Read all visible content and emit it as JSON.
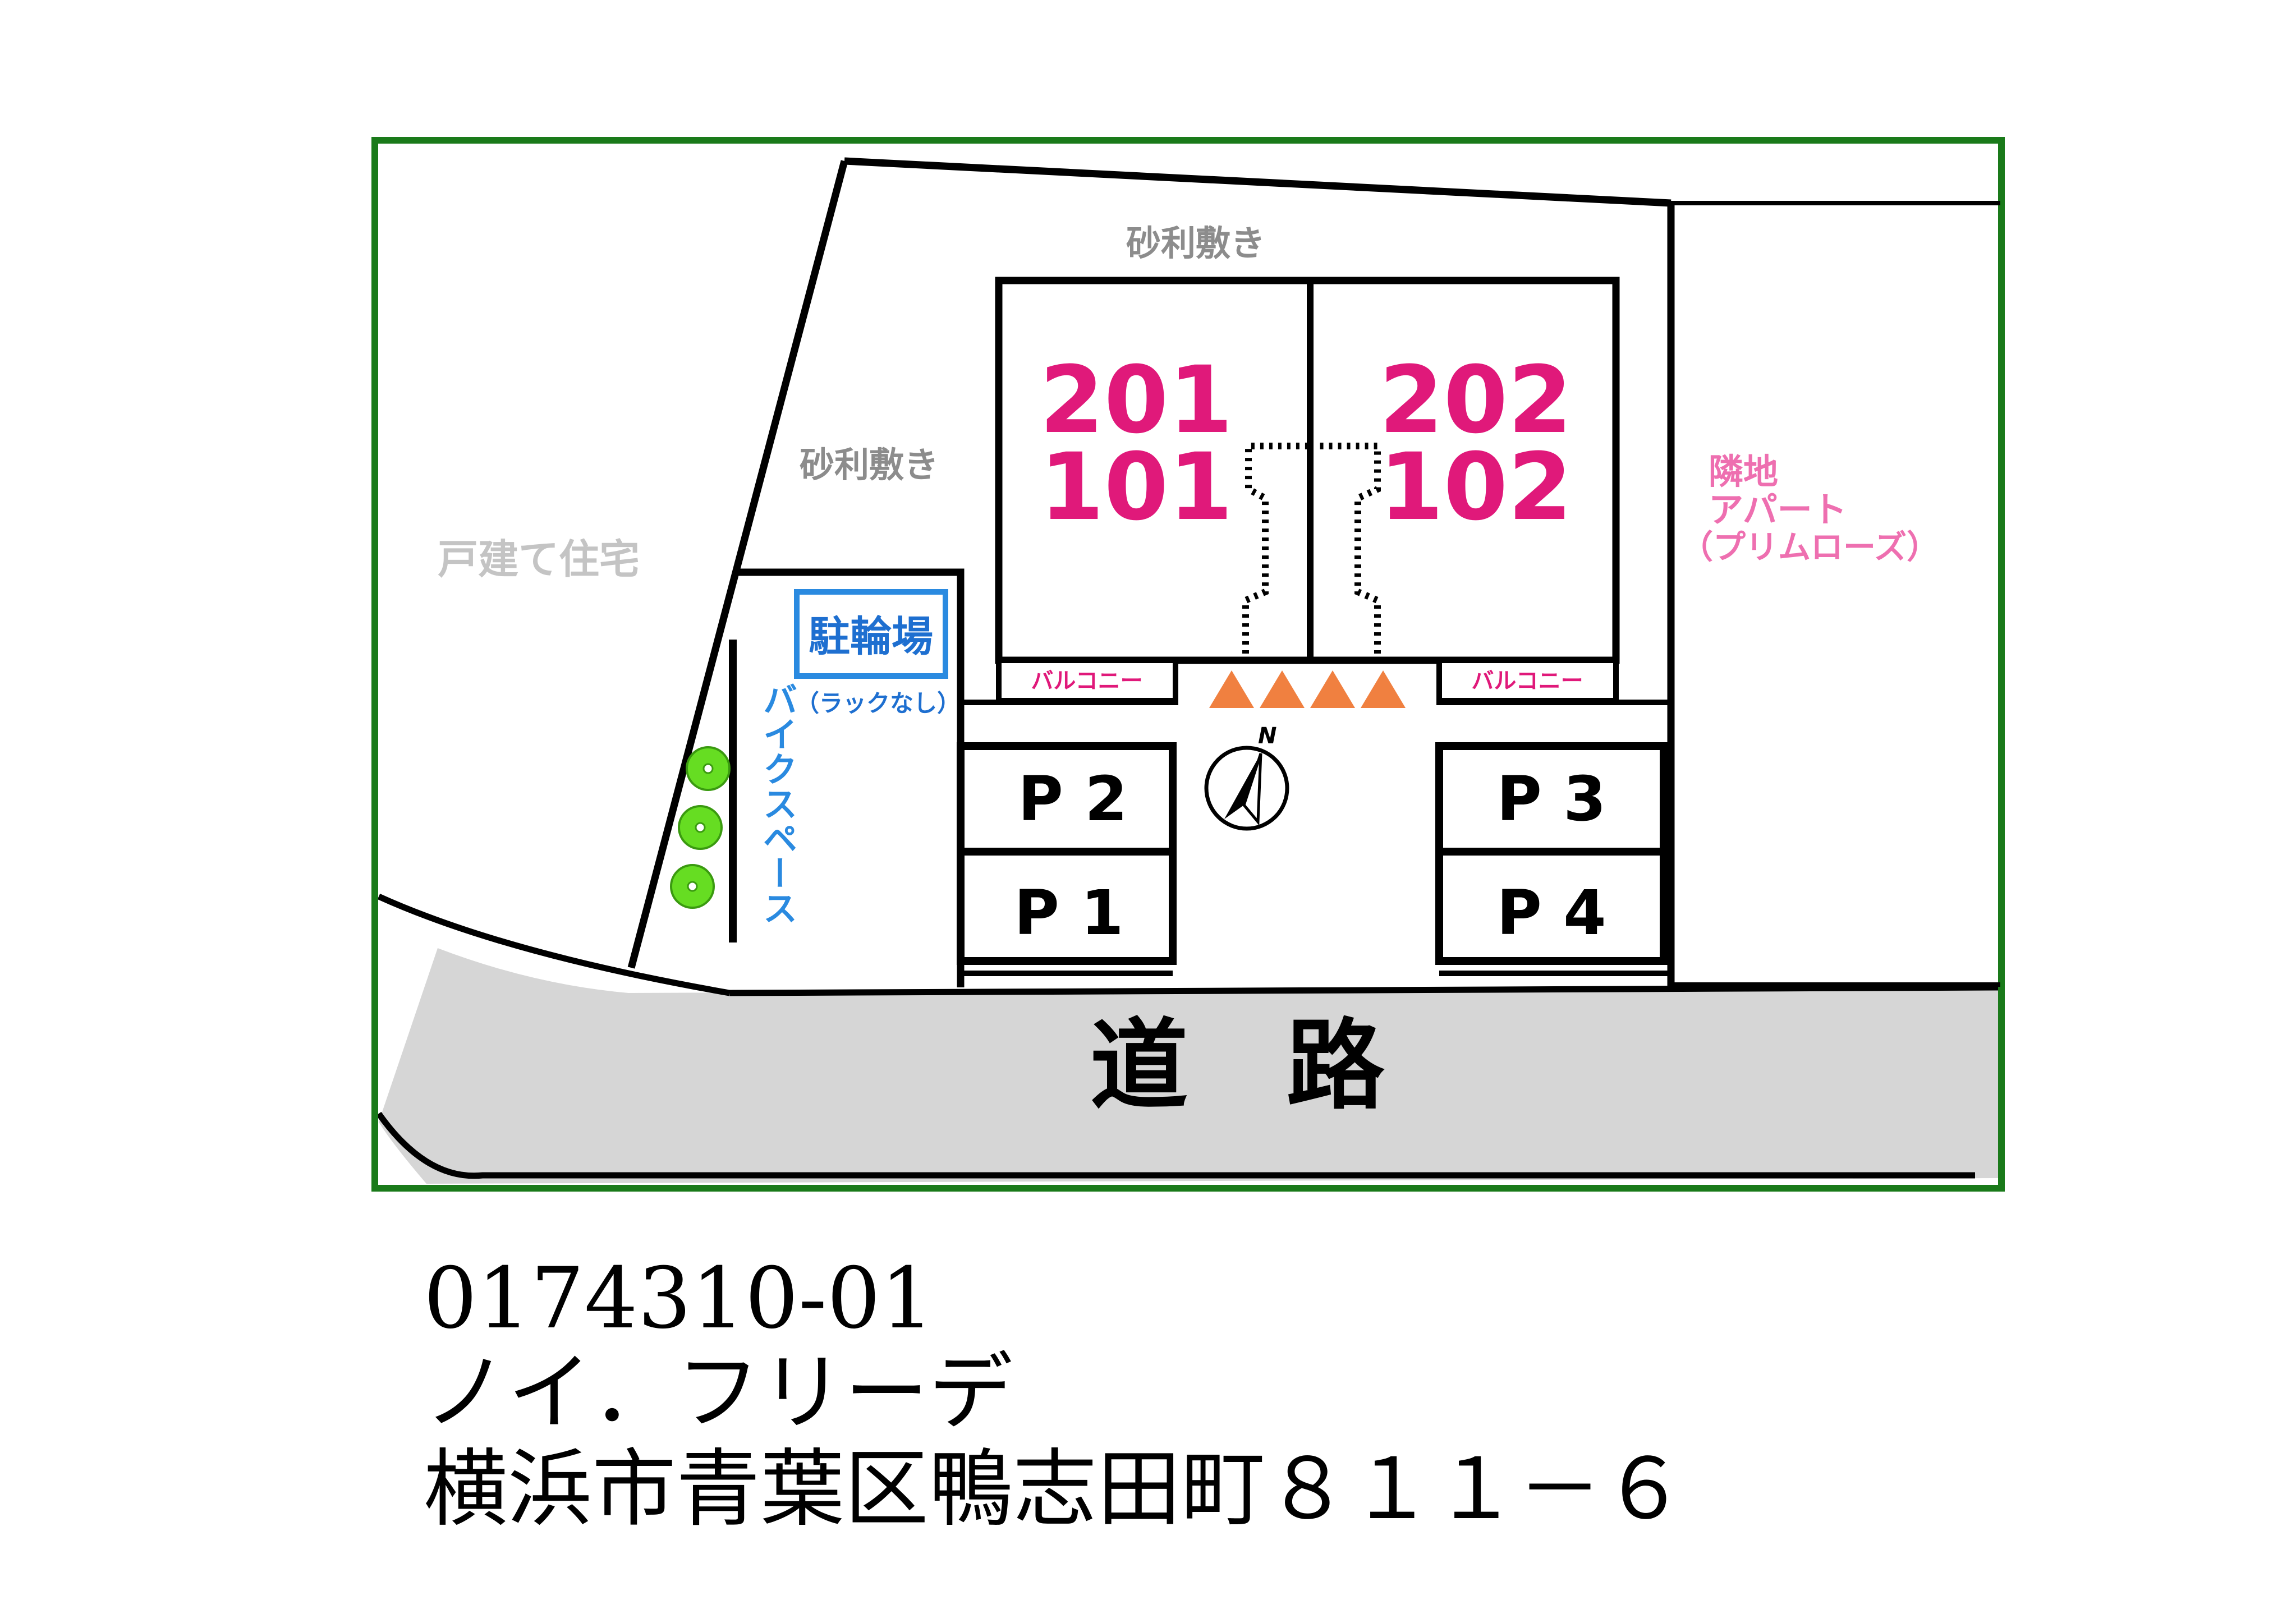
{
  "map": {
    "colors": {
      "frame": "#1a7a1a",
      "road": "#d6d6d6",
      "unit_numbers": "#e0197a",
      "neighbor_label": "#ee6fb0",
      "bike_label": "#2a8ae0",
      "tree": "#66dd22",
      "cones": "#f08040",
      "gray_labels": "#8c8c8c"
    },
    "labels": {
      "gravel_top": "砂利敷き",
      "gravel_left": "砂利敷き",
      "house": "戸建て住宅",
      "neighbor_line1": "隣地",
      "neighbor_line2": "アパート",
      "neighbor_line3": "（プリムローズ）",
      "bicycle_parking": "駐輪場",
      "rack_note": "（ラックなし）",
      "bike_space": "バイクスペース",
      "balcony_left": "バルコニー",
      "balcony_right": "バルコニー",
      "road": "道　路",
      "north": "N"
    },
    "units": {
      "left_upper": "201",
      "left_lower": "101",
      "right_upper": "202",
      "right_lower": "102"
    },
    "parking": {
      "p1": "P 1",
      "p2": "P 2",
      "p3": "P 3",
      "p4": "P 4"
    },
    "icons": [
      "north-arrow-icon",
      "tree-icon",
      "traffic-cone-icon"
    ]
  },
  "info": {
    "code": "0174310-01",
    "name": "ノイ．フリーデ",
    "address": "横浜市青葉区鴨志田町８１１－６"
  }
}
